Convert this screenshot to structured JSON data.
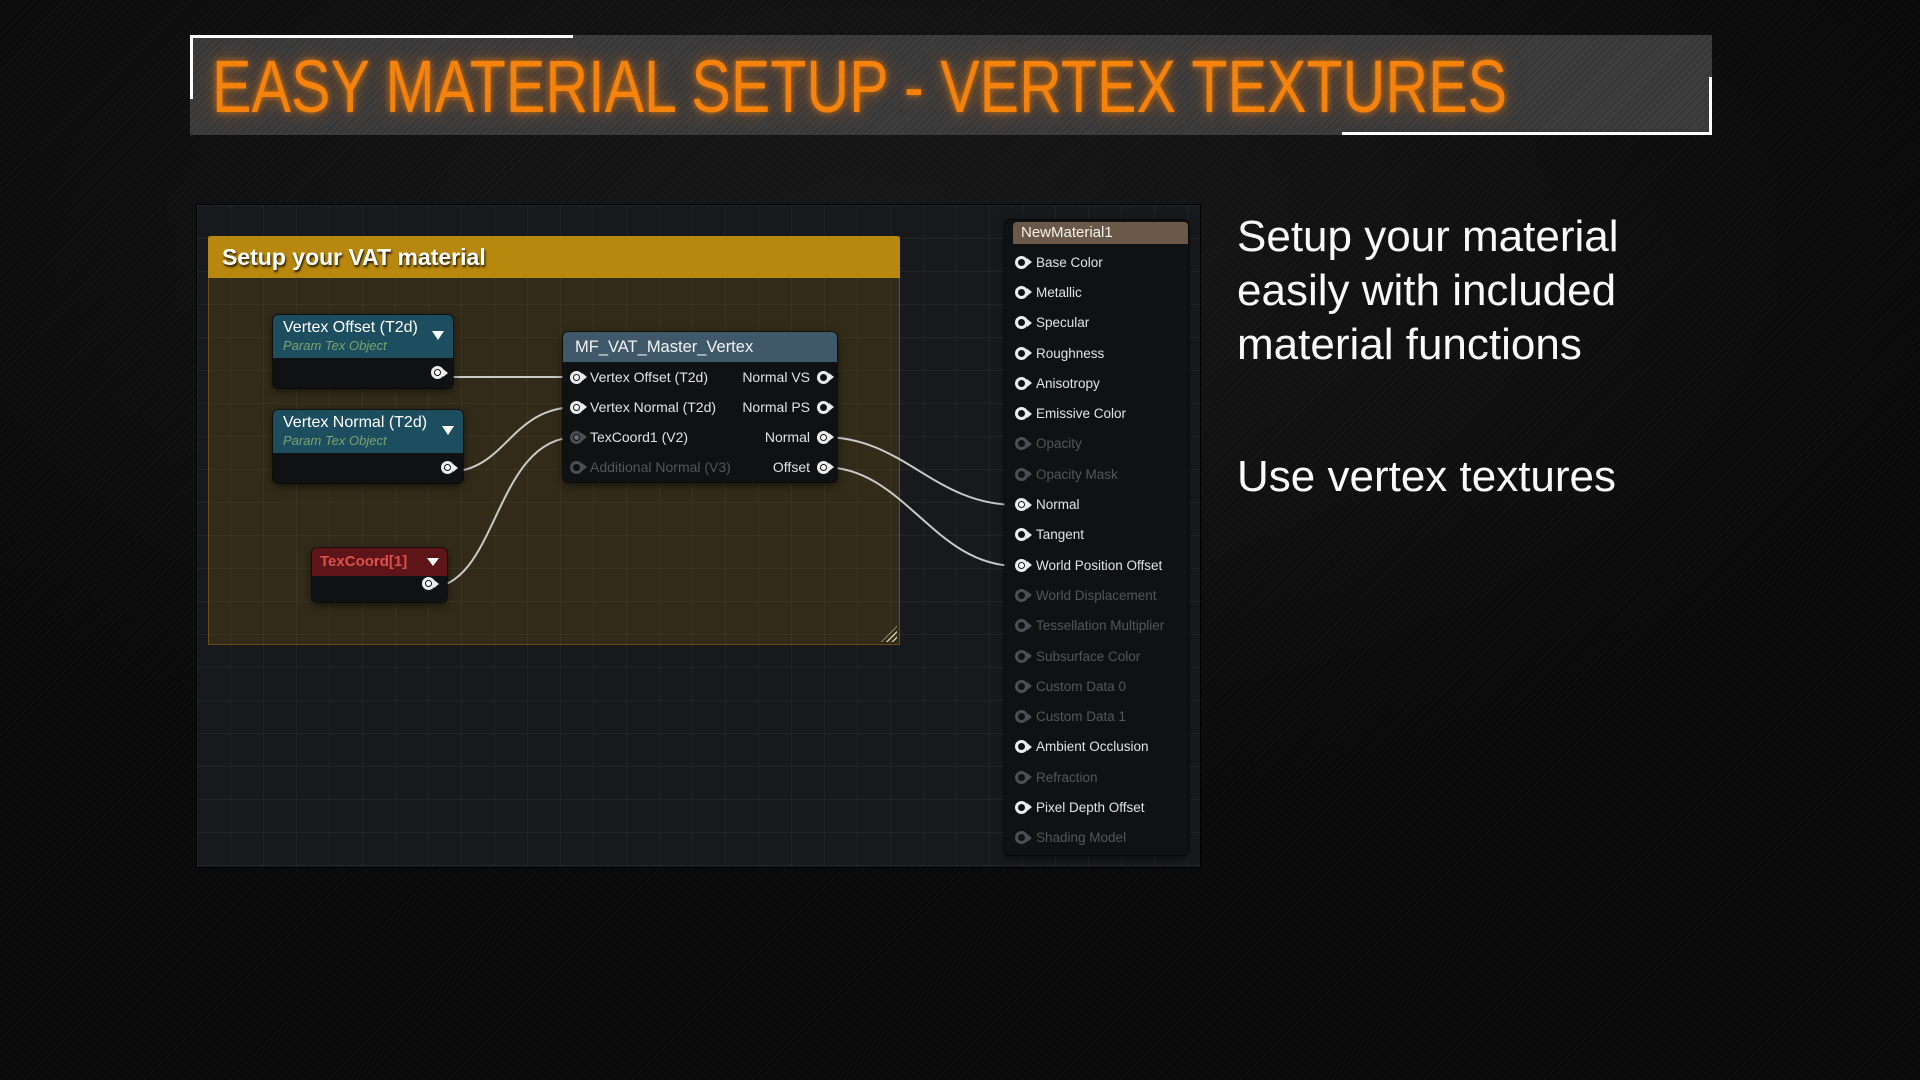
{
  "slide": {
    "title": "EASY MATERIAL SETUP - VERTEX TEXTURES",
    "intro_lines": [
      "Setup your material",
      "easily with included",
      "material functions"
    ],
    "secondary_text": "Use vertex textures"
  },
  "colors": {
    "title_orange": "#F5820B",
    "comment_gold": "#B8870D",
    "tex_header_teal": "#1D4E5F",
    "texcoord_header_red": "#5E151A",
    "texcoord_text_red": "#E0504B",
    "function_header_slate": "#3F586A",
    "material_header_brown": "#6A594A",
    "graph_background": "#17191D",
    "wire": "#D8D8D8"
  },
  "graph": {
    "comment": {
      "title": "Setup your VAT material"
    },
    "nodes": {
      "vertex_offset": {
        "title": "Vertex Offset (T2d)",
        "subtitle": "Param Tex Object"
      },
      "vertex_normal": {
        "title": "Vertex Normal (T2d)",
        "subtitle": "Param Tex Object"
      },
      "texcoord": {
        "title": "TexCoord[1]"
      },
      "master_function": {
        "title": "MF_VAT_Master_Vertex",
        "inputs": [
          {
            "label": "Vertex Offset (T2d)",
            "state": "linked"
          },
          {
            "label": "Vertex Normal (T2d)",
            "state": "linked"
          },
          {
            "label": "TexCoord1 (V2)",
            "state": "dimlinked"
          },
          {
            "label": "Additional Normal (V3)",
            "state": "dim"
          }
        ],
        "outputs": [
          {
            "label": "Normal VS",
            "state": "default"
          },
          {
            "label": "Normal PS",
            "state": "default"
          },
          {
            "label": "Normal",
            "state": "linked"
          },
          {
            "label": "Offset",
            "state": "linked"
          }
        ]
      },
      "material": {
        "title": "NewMaterial1",
        "pins": [
          {
            "label": "Base Color",
            "state": "default"
          },
          {
            "label": "Metallic",
            "state": "default"
          },
          {
            "label": "Specular",
            "state": "default"
          },
          {
            "label": "Roughness",
            "state": "default"
          },
          {
            "label": "Anisotropy",
            "state": "default"
          },
          {
            "label": "Emissive Color",
            "state": "default"
          },
          {
            "label": "Opacity",
            "state": "dim"
          },
          {
            "label": "Opacity Mask",
            "state": "dim"
          },
          {
            "label": "Normal",
            "state": "linked"
          },
          {
            "label": "Tangent",
            "state": "default"
          },
          {
            "label": "World Position Offset",
            "state": "linked"
          },
          {
            "label": "World Displacement",
            "state": "dim"
          },
          {
            "label": "Tessellation Multiplier",
            "state": "dim"
          },
          {
            "label": "Subsurface Color",
            "state": "dim"
          },
          {
            "label": "Custom Data 0",
            "state": "dim"
          },
          {
            "label": "Custom Data 1",
            "state": "dim"
          },
          {
            "label": "Ambient Occlusion",
            "state": "default"
          },
          {
            "label": "Refraction",
            "state": "dim"
          },
          {
            "label": "Pixel Depth Offset",
            "state": "default"
          },
          {
            "label": "Shading Model",
            "state": "dim"
          }
        ]
      }
    },
    "connections": [
      {
        "from": "Vertex Offset (T2d).output",
        "to": "MF_VAT_Master_Vertex.Vertex Offset (T2d)"
      },
      {
        "from": "Vertex Normal (T2d).output",
        "to": "MF_VAT_Master_Vertex.Vertex Normal (T2d)"
      },
      {
        "from": "TexCoord[1].output",
        "to": "MF_VAT_Master_Vertex.TexCoord1 (V2)"
      },
      {
        "from": "MF_VAT_Master_Vertex.Normal",
        "to": "NewMaterial1.Normal"
      },
      {
        "from": "MF_VAT_Master_Vertex.Offset",
        "to": "NewMaterial1.World Position Offset"
      }
    ]
  }
}
